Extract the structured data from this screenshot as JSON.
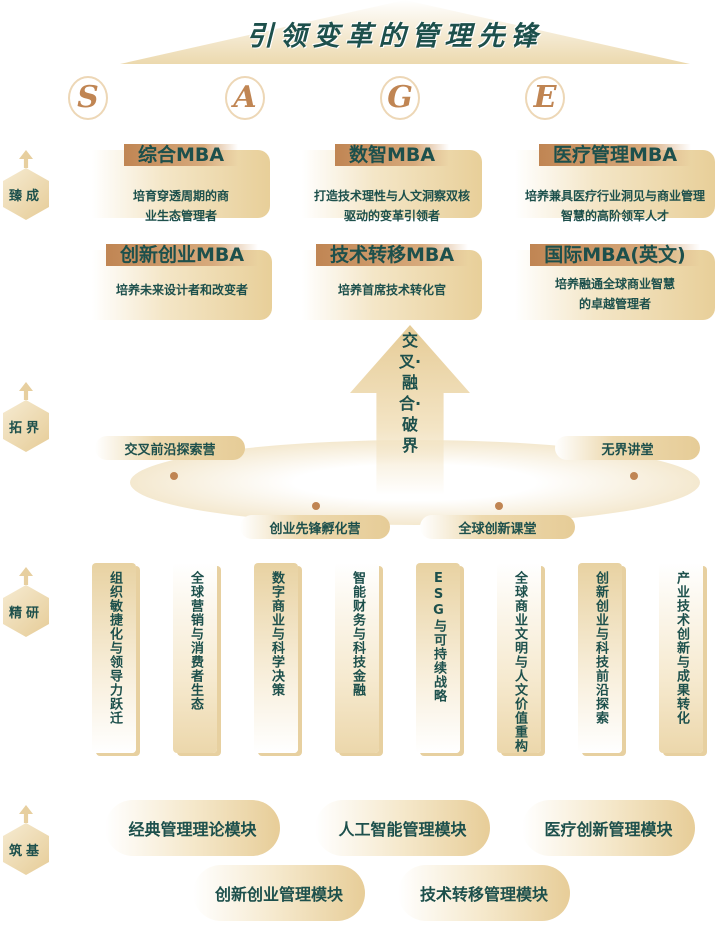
{
  "title": "引领变革的管理先锋",
  "sage": [
    "S",
    "A",
    "G",
    "E"
  ],
  "levels": [
    "臻成",
    "拓界",
    "精研",
    "筑基"
  ],
  "programs": [
    {
      "name": "综合MBA",
      "desc": "培育穿透周期的商业生态管理者"
    },
    {
      "name": "数智MBA",
      "desc": "打造技术理性与人文洞察双核驱动的变革引领者"
    },
    {
      "name": "医疗管理MBA",
      "desc": "培养兼具医疗行业洞见与商业管理智慧的高阶领军人才"
    },
    {
      "name": "创新创业MBA",
      "desc": "培养未来设计者和改变者"
    },
    {
      "name": "技术转移MBA",
      "desc": "培养首席技术转化官"
    },
    {
      "name": "国际MBA(英文)",
      "desc": "培养融通全球商业智慧的卓越管理者"
    }
  ],
  "arrow_text": "交叉·融合·破界",
  "activities": [
    "交叉前沿探索营",
    "无界讲堂",
    "创业先锋孵化营",
    "全球创新课堂"
  ],
  "directions": [
    "组织敏捷化与领导力跃迁",
    "全球营销与消费者生态",
    "数字商业与科学决策",
    "智能财务与科技金融",
    "ESG与可持续战略",
    "全球商业文明与人文价值重构",
    "创新创业与科技前沿探索",
    "产业技术创新与成果转化"
  ],
  "modules": [
    "经典管理理论模块",
    "人工智能管理模块",
    "医疗创新管理模块",
    "创新创业管理模块",
    "技术转移管理模块"
  ]
}
